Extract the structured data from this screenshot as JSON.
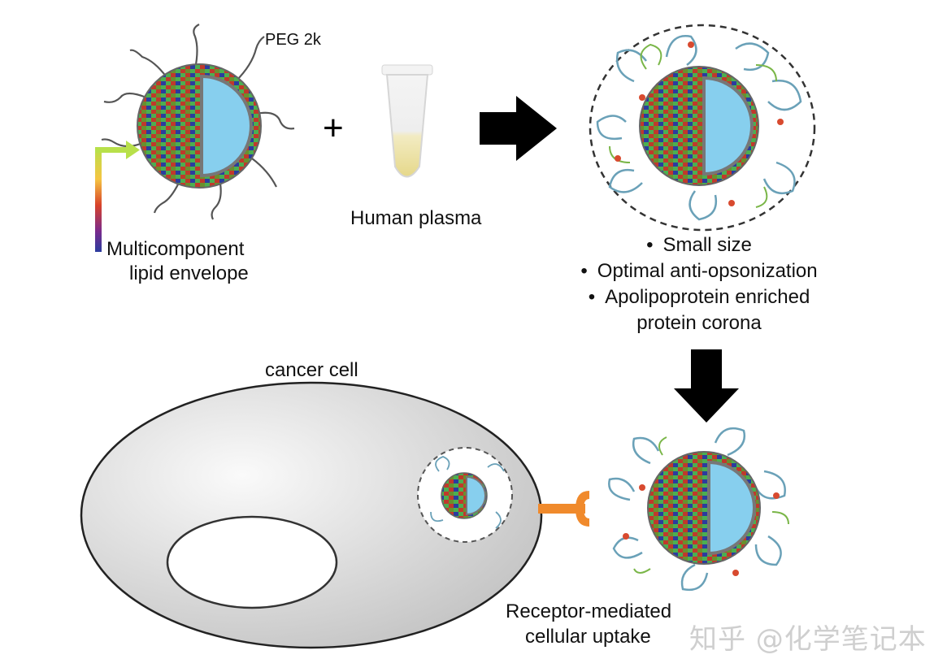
{
  "labels": {
    "peg": "PEG 2k",
    "plus": "+",
    "human_plasma": "Human plasma",
    "multicomponent_line1": "Multicomponent",
    "multicomponent_line2": "lipid envelope",
    "cancer_cell": "cancer cell",
    "receptor_line1": "Receptor-mediated",
    "receptor_line2": "cellular uptake"
  },
  "properties": [
    "Small size",
    "Optimal anti-opsonization",
    "Apolipoprotein enriched",
    "protein corona"
  ],
  "watermark": "知乎 @化学笔记本",
  "colors": {
    "core": "#87cfee",
    "lipid_red": "#c0392b",
    "lipid_green": "#4caf50",
    "lipid_blue": "#2b3c9e",
    "arrow": "#000000",
    "receptor": "#f08a2c",
    "cell_fill": "#e6e6e6"
  }
}
